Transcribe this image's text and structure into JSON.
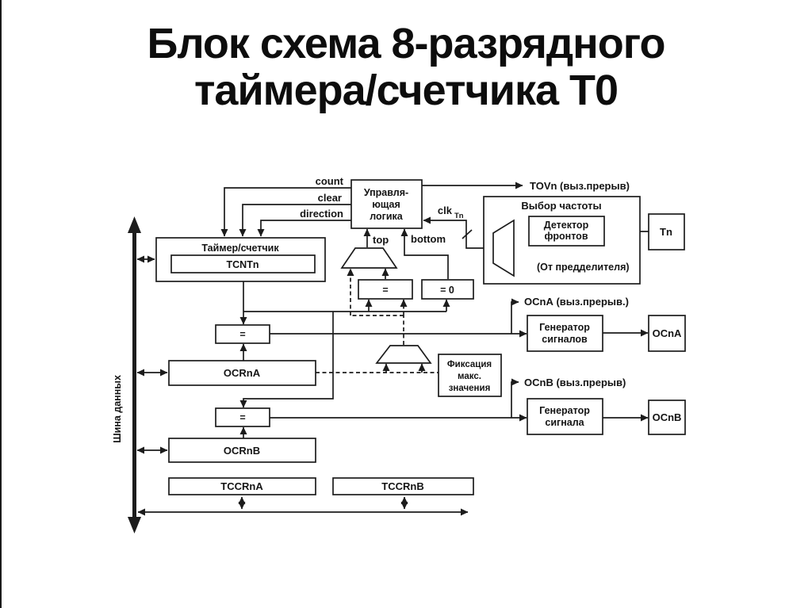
{
  "slide": {
    "title_line1": "Блок схема 8-разрядного",
    "title_line2": "таймера/счетчика Т0"
  },
  "diagram": {
    "bus_label": "Шина данных",
    "signals": {
      "count": "count",
      "clear": "clear",
      "direction": "direction",
      "top": "top",
      "bottom": "bottom",
      "clk": "clk",
      "clk_sub": "Tn",
      "tov_interrupt": "TOVn (выз.прерыв)",
      "ocna_interrupt": "ОСnА (выз.прерыв.)",
      "ocnb_interrupt": "ОСnB (выз.прерыв)",
      "from_prescaler": "(От предделителя)"
    },
    "blocks": {
      "control_logic": {
        "lines": [
          "Управля-",
          "ющая",
          "логика"
        ]
      },
      "clock_select": {
        "title": "Выбор частоты"
      },
      "edge_detector": {
        "lines": [
          "Детектор",
          "фронтов"
        ]
      },
      "tn_pin": "Tn",
      "timer_counter": {
        "title": "Таймер/счетчик",
        "register": "TCNTn"
      },
      "eq_top": "=",
      "eq_zero": "= 0",
      "eq_a": "=",
      "eq_b": "=",
      "ocra": "OCRnA",
      "ocrb": "OCRnB",
      "fixation": {
        "lines": [
          "Фиксация",
          "макс.",
          "значения"
        ]
      },
      "waveform_a": {
        "lines": [
          "Генератор",
          "сигналов"
        ]
      },
      "waveform_b": {
        "lines": [
          "Генератор",
          "сигнала"
        ]
      },
      "ocna_pin": "OCnA",
      "ocnb_pin": "OCnB",
      "tccra": "TCCRnA",
      "tccrb": "TCCRnB"
    },
    "colors": {
      "line": "#1c1c1c",
      "text": "#141414",
      "background": "#ffffff"
    }
  }
}
